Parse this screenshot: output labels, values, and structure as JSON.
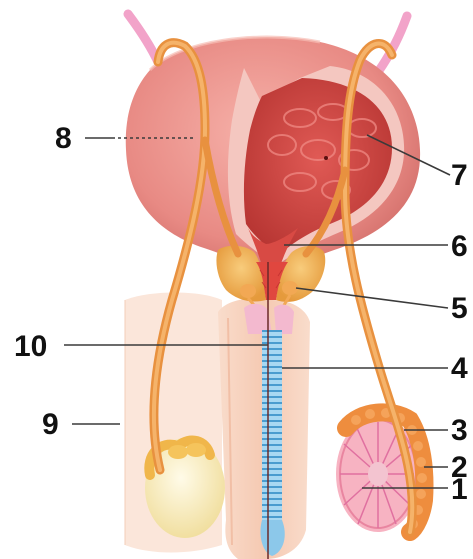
{
  "labels": {
    "l1": "1",
    "l2": "2",
    "l3": "3",
    "l4": "4",
    "l5": "5",
    "l6": "6",
    "l7": "7",
    "l8": "8",
    "l9": "9",
    "l10": "10"
  },
  "colors": {
    "bladder": "#e98a86",
    "bladder_dark": "#c85a58",
    "bladder_inner": "#d24a46",
    "skin": "#f7d2bd",
    "skin_light": "#fbe5d8",
    "vas_deferens": "#f0a35a",
    "prostate": "#f2b05c",
    "testis": "#fbf2d0",
    "epididymis": "#f08a3c",
    "urethra": "#5aa9d8",
    "label_text": "#111111"
  }
}
